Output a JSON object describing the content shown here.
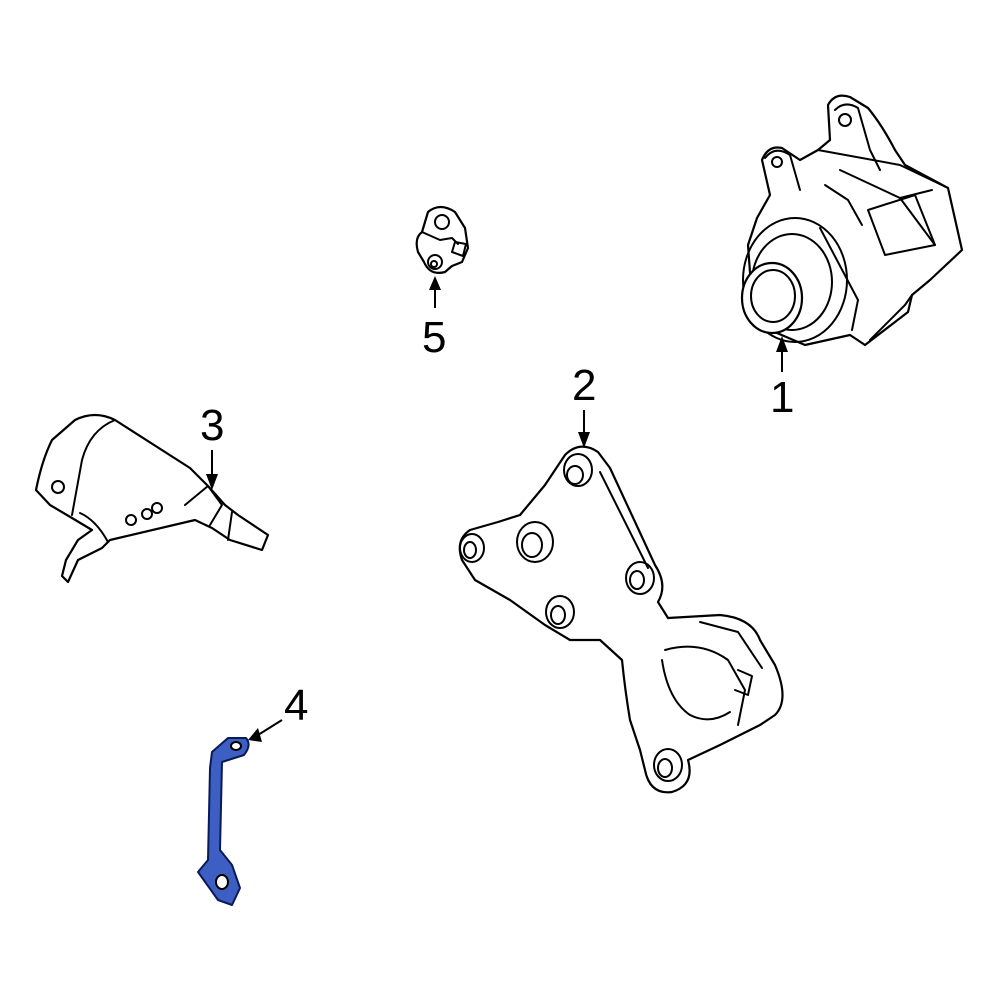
{
  "callouts": [
    {
      "id": "alternator",
      "label": "1"
    },
    {
      "id": "bracket",
      "label": "2"
    },
    {
      "id": "shield",
      "label": "3"
    },
    {
      "id": "brace",
      "label": "4"
    },
    {
      "id": "clip",
      "label": "5"
    }
  ],
  "colors": {
    "highlight": "#3d5fc4",
    "outline": "#000000",
    "background": "#ffffff"
  }
}
